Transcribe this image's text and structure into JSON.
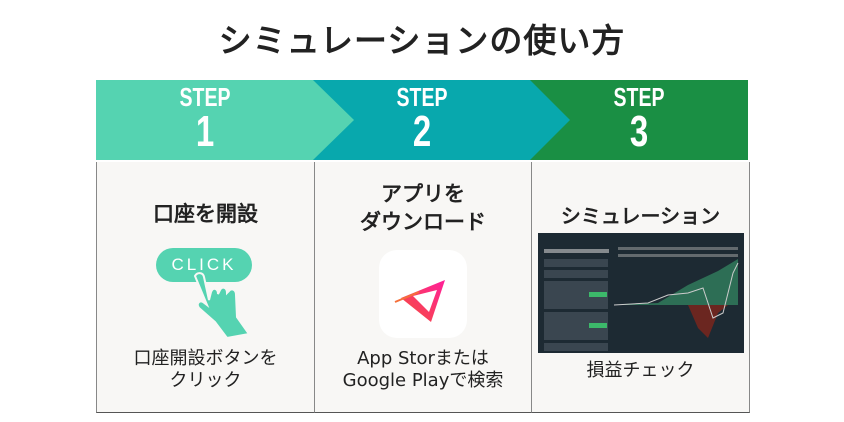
{
  "title": "シミュレーションの使い方",
  "colors": {
    "step1": "#55d3b1",
    "step2": "#08a8ad",
    "step3": "#1a8f44",
    "panel_bg": "#f8f7f5"
  },
  "steps": [
    {
      "label": "STEP",
      "number": "1",
      "title": "口座を開設",
      "button_text": "CLICK",
      "icon": "hand-pointer-click-icon",
      "description_lines": [
        "口座開設ボタンを",
        "クリック"
      ]
    },
    {
      "label": "STEP",
      "number": "2",
      "title_lines": [
        "アプリを",
        "ダウンロード"
      ],
      "icon": "app-arrow-logo-icon",
      "description_lines": [
        "App Storまたは",
        "Google Playで検索"
      ]
    },
    {
      "label": "STEP",
      "number": "3",
      "title": "シミュレーション",
      "icon": "simulation-screenshot",
      "description_lines": [
        "損益チェック"
      ]
    }
  ]
}
